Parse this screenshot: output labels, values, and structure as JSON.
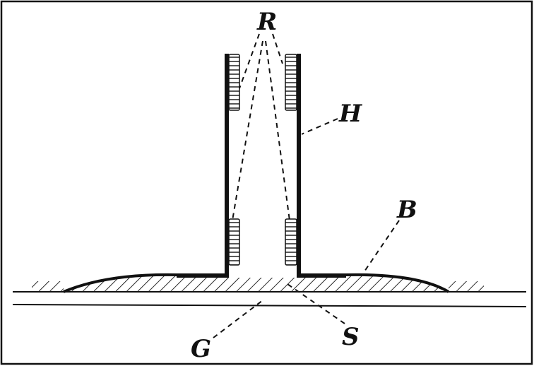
{
  "diagram": {
    "labels": {
      "R": "R",
      "H": "H",
      "B": "B",
      "G": "G",
      "S": "S"
    },
    "colors": {
      "ink": "#111111",
      "paper": "#ffffff"
    }
  }
}
